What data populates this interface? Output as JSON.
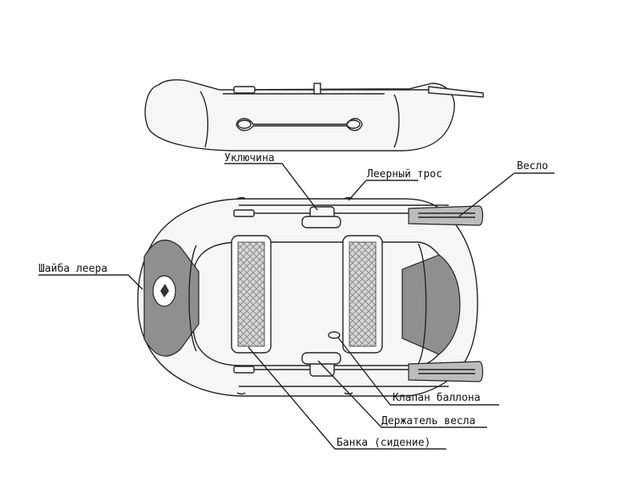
{
  "labels": {
    "oarlock": "Уключина",
    "lifeline": "Леерный трос",
    "oar": "Весло",
    "lifeline_washer": "Шайба леера",
    "valve": "Клапан баллона",
    "oar_holder": "Держатель весла",
    "seat": "Банка (сидение)"
  },
  "colors": {
    "line": "#222222",
    "tube": "#f6f6f6",
    "panel": "#8f8f8f",
    "seat": "#bcbcbc"
  }
}
